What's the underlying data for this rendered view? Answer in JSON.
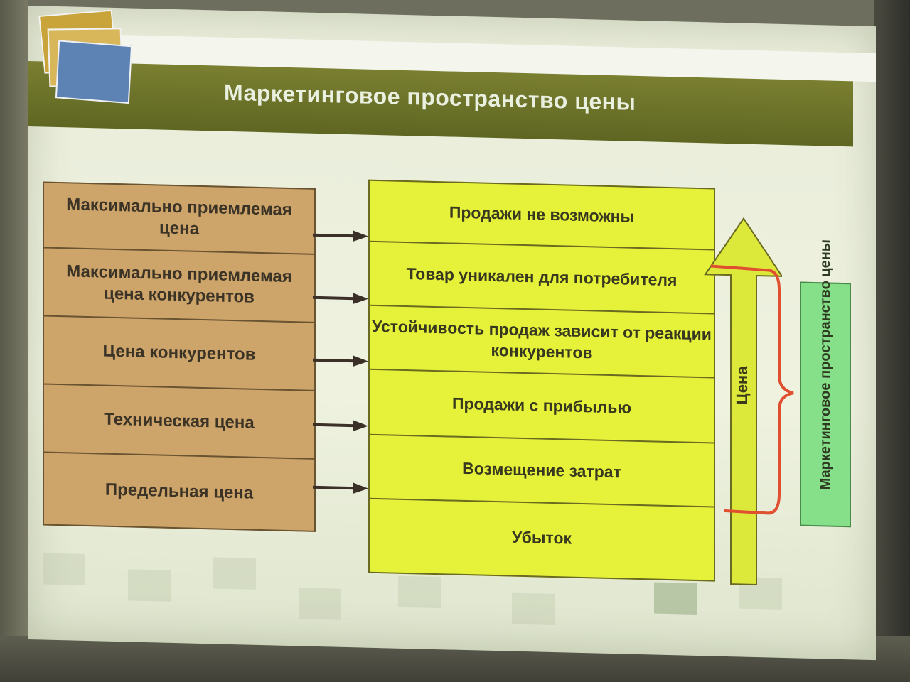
{
  "title": "Маркетинговое пространство цены",
  "left_labels": [
    "Максимально приемлемая цена",
    "Максимально приемлемая цена конкурентов",
    "Цена конкурентов",
    "Техническая цена",
    "Предельная цена"
  ],
  "zones": [
    "Продажи не возможны",
    "Товар уникален  для потребителя",
    "Устойчивость продаж зависит от реакции конкурентов",
    "Продажи с прибылью",
    "Возмещение затрат",
    "Убыток"
  ],
  "axis_label": "Цена",
  "bracket_label": "Маркетинговое пространство цены",
  "colors": {
    "left_boxes": "#cda46a",
    "zones": "#e6f23a",
    "arrow": "#dce83a",
    "bracket": "#e05030",
    "label_box": "#86e08a",
    "title_bar": "#6b7228"
  }
}
